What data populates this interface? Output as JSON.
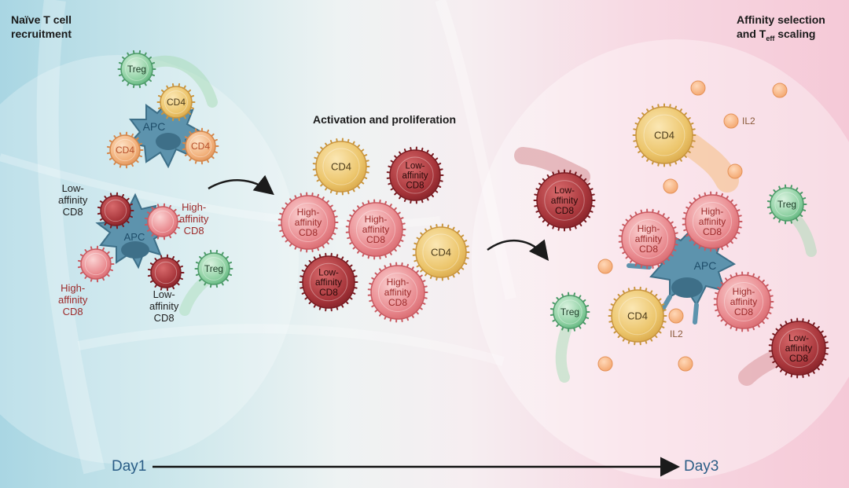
{
  "headings": {
    "left_line1": "Naïve T cell",
    "left_line2": "recruitment",
    "middle": "Activation and proliferation",
    "right_line1": "Affinity selection",
    "right_line2_pre": "and T",
    "right_line2_sub": "eff",
    "right_line2_post": " scaling"
  },
  "labels": {
    "treg": "Treg",
    "cd4": "CD4",
    "apc": "APC",
    "il2": "IL2",
    "low_affinity": [
      "Low-",
      "affinity",
      "CD8"
    ],
    "high_affinity": [
      "High-",
      "affinity",
      "CD8"
    ]
  },
  "timeline": {
    "start": "Day1",
    "end": "Day3"
  },
  "colors": {
    "cd4": "#ecc56b",
    "high_affinity_cd8": "#e98a8f",
    "low_affinity_cd8": "#a8363b",
    "treg": "#8fd1a3",
    "apc": "#5d93ad",
    "il2": "#f3a66e"
  }
}
